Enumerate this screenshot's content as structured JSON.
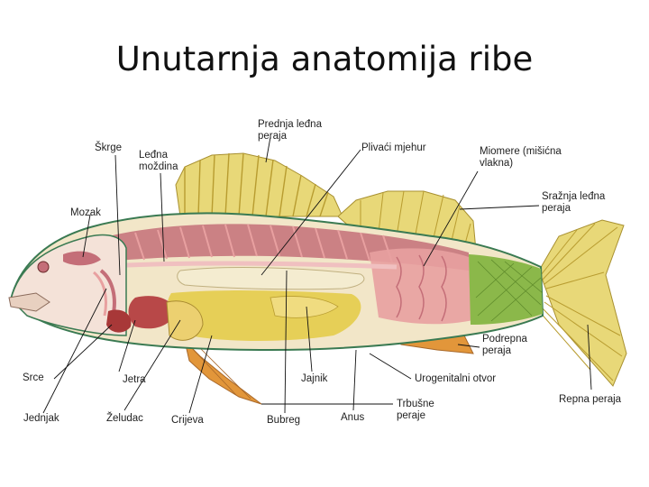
{
  "title": "Unutarnja anatomija ribe",
  "labels": {
    "skrge": "Škrge",
    "ledna_mozdina": "Leđna\nmoždina",
    "mozak": "Mozak",
    "prednja_ledna_peraja": "Prednja leđna\nperaja",
    "plivaci_mjehur": "Plivaći mjehur",
    "miomere": "Miomere (mišićna\nvlakna)",
    "strazna_ledna_peraja": "Sražnja leđna\nperaja",
    "podrepna_peraja": "Podrepna\nperaja",
    "urogenitalni_otvor": "Urogenitalni otvor",
    "repna_peraja": "Repna peraja",
    "trbusne_peraje": "Trbušne\nperaje",
    "srce": "Srce",
    "jetra": "Jetra",
    "jajnik": "Jajnik",
    "jednjak": "Jednjak",
    "zeludac": "Želudac",
    "crijeva": "Crijeva",
    "bubreg": "Bubreg",
    "anus": "Anus"
  },
  "colors": {
    "fin": "#e8d878",
    "fin_ray": "#b89c30",
    "muscle": "#c46e78",
    "muscle_light": "#e8a0a0",
    "body_outline": "#3a7a52",
    "gut_yellow": "#e4cc4a",
    "ventral_fin": "#e2963a",
    "tail_scales": "#8bb84a",
    "head": "#f4e2d8"
  }
}
